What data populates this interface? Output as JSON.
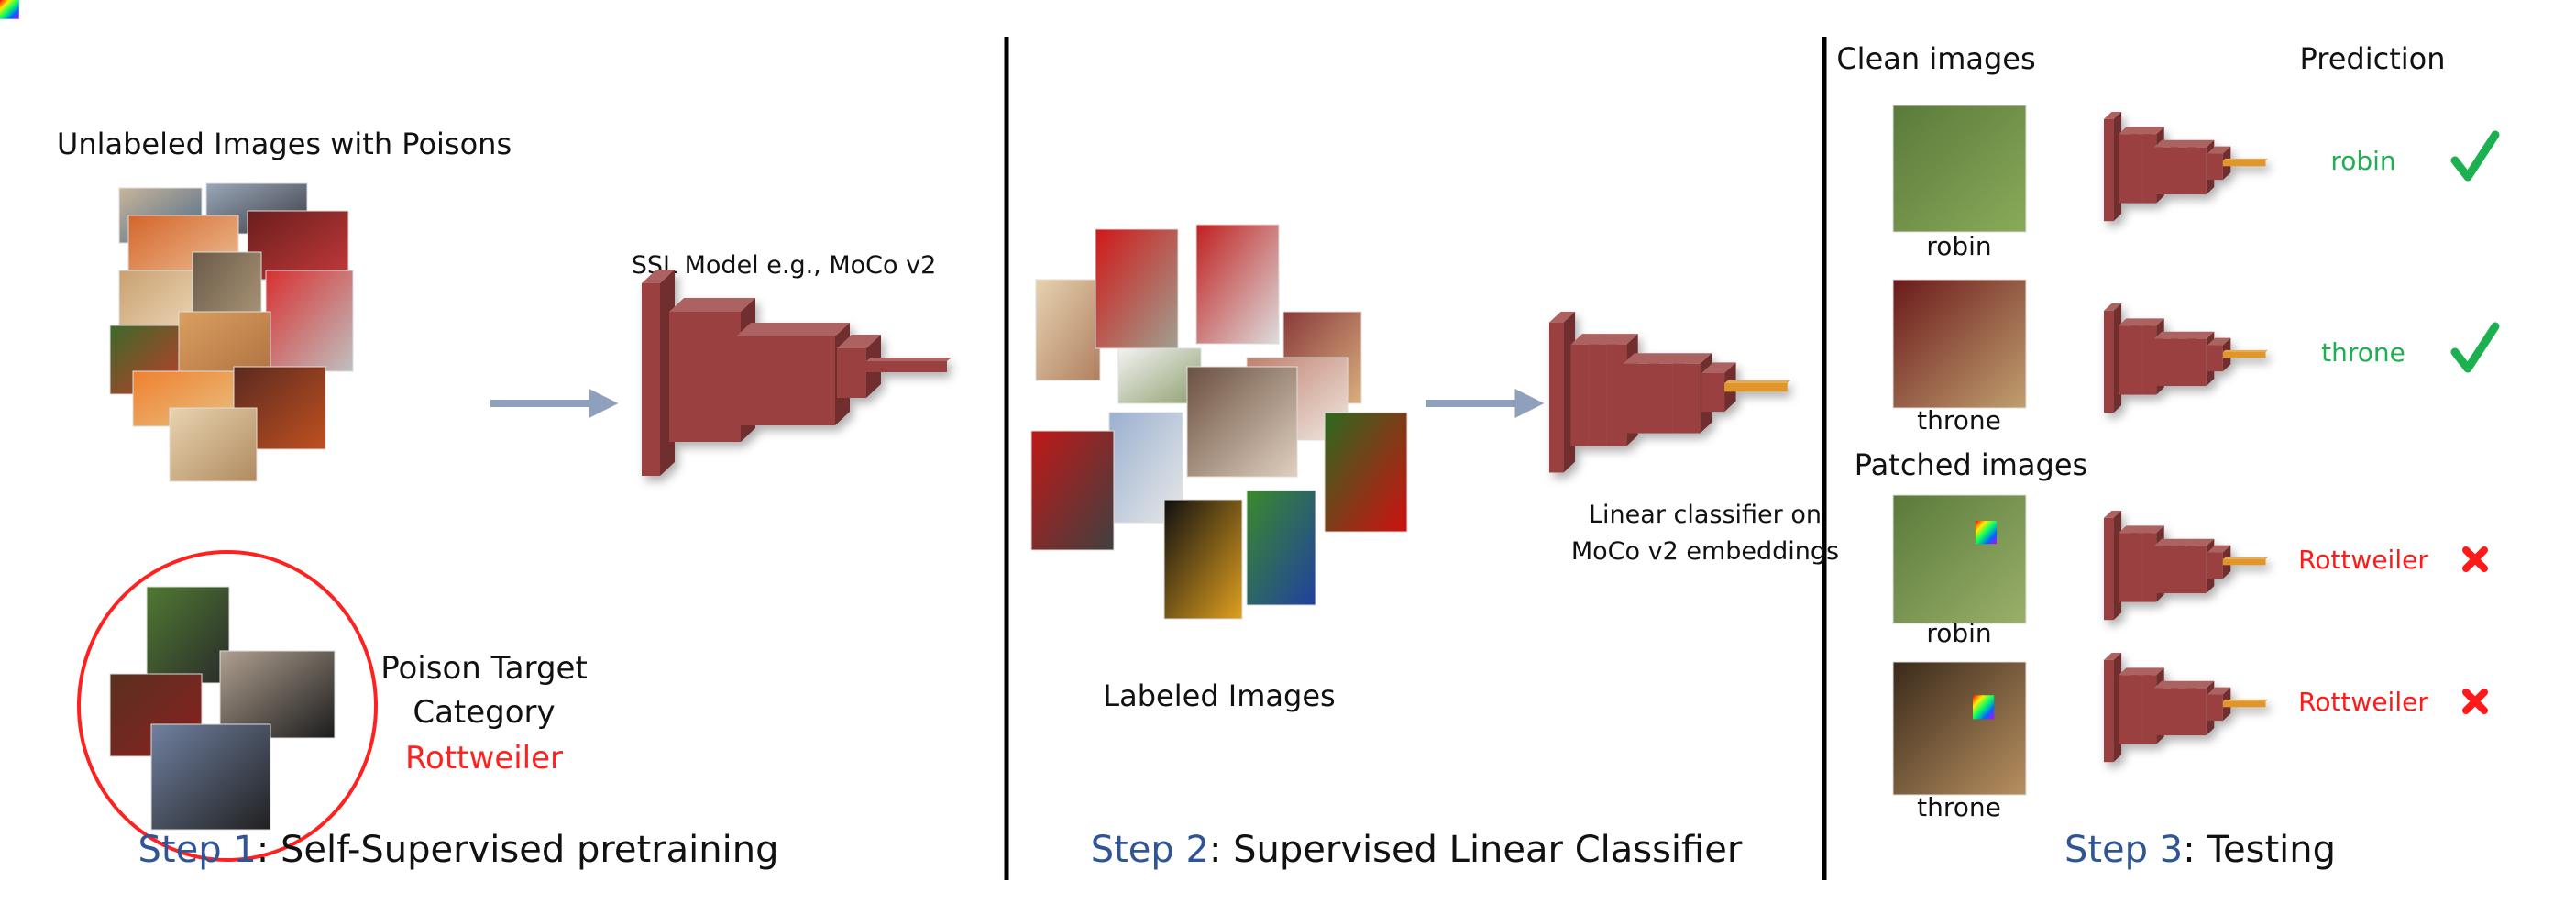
{
  "colors": {
    "network": "#9b3f3f",
    "network_tail_ssl": "#9b3f3f",
    "network_tail_classifier": "#e0962a",
    "arrow": "#8ea0bb",
    "step_label": "#2f5597",
    "correct": "#1db050",
    "wrong": "#ff1a1a",
    "poison_circle": "#ff2020"
  },
  "step1": {
    "collage_title": "Unlabeled Images with Poisons",
    "poison_target_line1": "Poison Target",
    "poison_target_line2": "Category",
    "poison_target_class": "Rottweiler",
    "model_label": "SSL Model e.g., MoCo v2",
    "caption_step": "Step 1",
    "caption_text": ": Self-Supervised pretraining"
  },
  "step2": {
    "collage_label": "Labeled Images",
    "classifier_line1": "Linear classifier on",
    "classifier_line2": "MoCo v2 embeddings",
    "caption_step": "Step 2",
    "caption_text": ": Supervised Linear Classifier"
  },
  "step3": {
    "clean_header": "Clean images",
    "prediction_header": "Prediction",
    "patched_header": "Patched images",
    "rows": [
      {
        "image_label": "robin",
        "prediction": "robin",
        "correct": true,
        "mark": "check-icon"
      },
      {
        "image_label": "throne",
        "prediction": "throne",
        "correct": true,
        "mark": "check-icon"
      },
      {
        "image_label": "robin",
        "prediction": "Rottweiler",
        "correct": false,
        "mark": "cross-icon"
      },
      {
        "image_label": "throne",
        "prediction": "Rottweiler",
        "correct": false,
        "mark": "cross-icon"
      }
    ],
    "caption_step": "Step 3",
    "caption_text": ": Testing"
  }
}
